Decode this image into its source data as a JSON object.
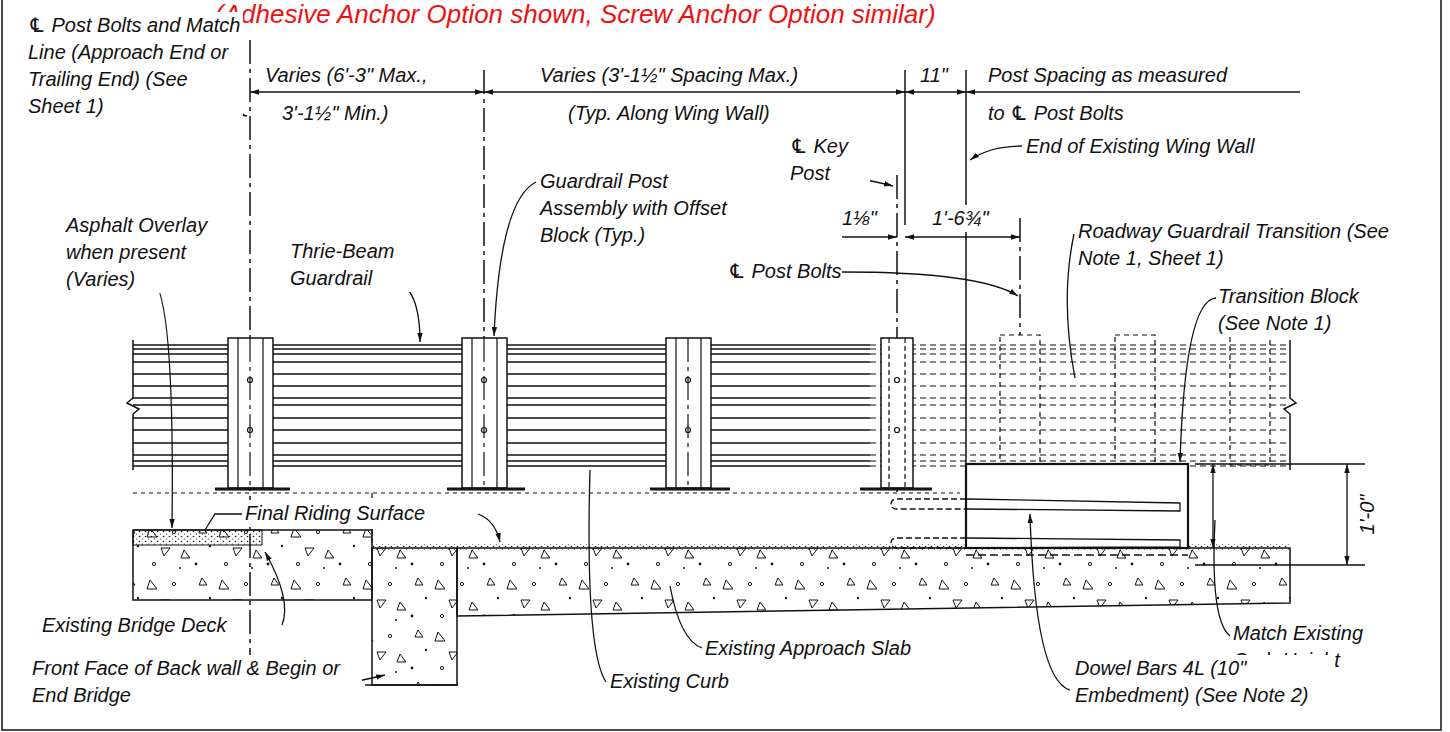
{
  "diagram": {
    "title": "(Adhesive Anchor Option shown, Screw Anchor Option similar)",
    "labels": [
      "℄ Post Bolts and Match Line (Approach End or Trailing End) (See Sheet 1)",
      "Varies (6'-3\" Max.,",
      "3'-1½\" Min.)",
      "Varies (3'-1½\" Spacing Max.)",
      "(Typ. Along Wing Wall)",
      "11\"",
      "Post Spacing as measured",
      "to ℄ Post Bolts",
      "℄ Key Post",
      "End of Existing Wing Wall",
      "Guardrail Post Assembly with Offset Block (Typ.)",
      "1⅛\"",
      "1'-6¾\"",
      "Asphalt Overlay when present (Varies)",
      "Thrie-Beam Guardrail",
      "Roadway Guardrail Transition (See Note 1, Sheet 1)",
      "℄ Post Bolts",
      "Transition Block (See Note 1)",
      "1'-0\"",
      "Final Riding Surface",
      "Existing Bridge Deck",
      "Existing Approach Slab",
      "Match Existing Curb Height",
      "Front Face of Back wall & Begin or End Bridge",
      "Existing Curb",
      "Dowel Bars 4L (10\" Embedment) (See Note 2)"
    ]
  }
}
